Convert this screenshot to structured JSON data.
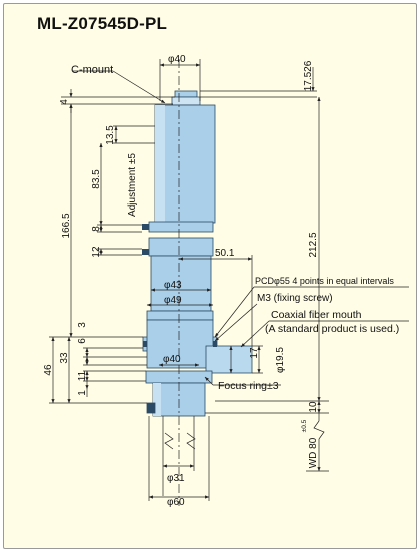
{
  "title": "ML-Z07545D-PL",
  "colors": {
    "background": "#fffde6",
    "body_fill": "#a9cfe9",
    "body_stroke": "#2b4a66",
    "line": "#222222"
  },
  "callouts": {
    "c_mount": "C-mount",
    "pcd": "PCDφ55 4 points in equal intervals",
    "m3": "M3 (fixing screw)",
    "coaxial_1": "Coaxial fiber mouth",
    "coaxial_2": "(A standard product is used.)",
    "focus_ring": "Focus ring±3"
  },
  "dimensions": {
    "phi40_top": "φ40",
    "d4": "4",
    "d17_526": "17.526",
    "d13_5": "13.5",
    "adjustment": "Adjustment ±5",
    "d83_5": "83.5",
    "d166_5": "166.5",
    "d212_5": "212.5",
    "d8": "8",
    "d12": "12",
    "d50_1": "50.1",
    "phi43": "φ43",
    "phi49": "φ49",
    "d3": "3",
    "d6": "6",
    "d33": "33",
    "d46": "46",
    "d11": "11",
    "d1": "1",
    "phi40_mid": "φ40",
    "d17": "17",
    "phi19_5": "φ19.5",
    "d10": "10",
    "wd_base": "WD 80",
    "wd_tol": "±0.5",
    "phi31": "φ31",
    "phi60": "φ60"
  }
}
